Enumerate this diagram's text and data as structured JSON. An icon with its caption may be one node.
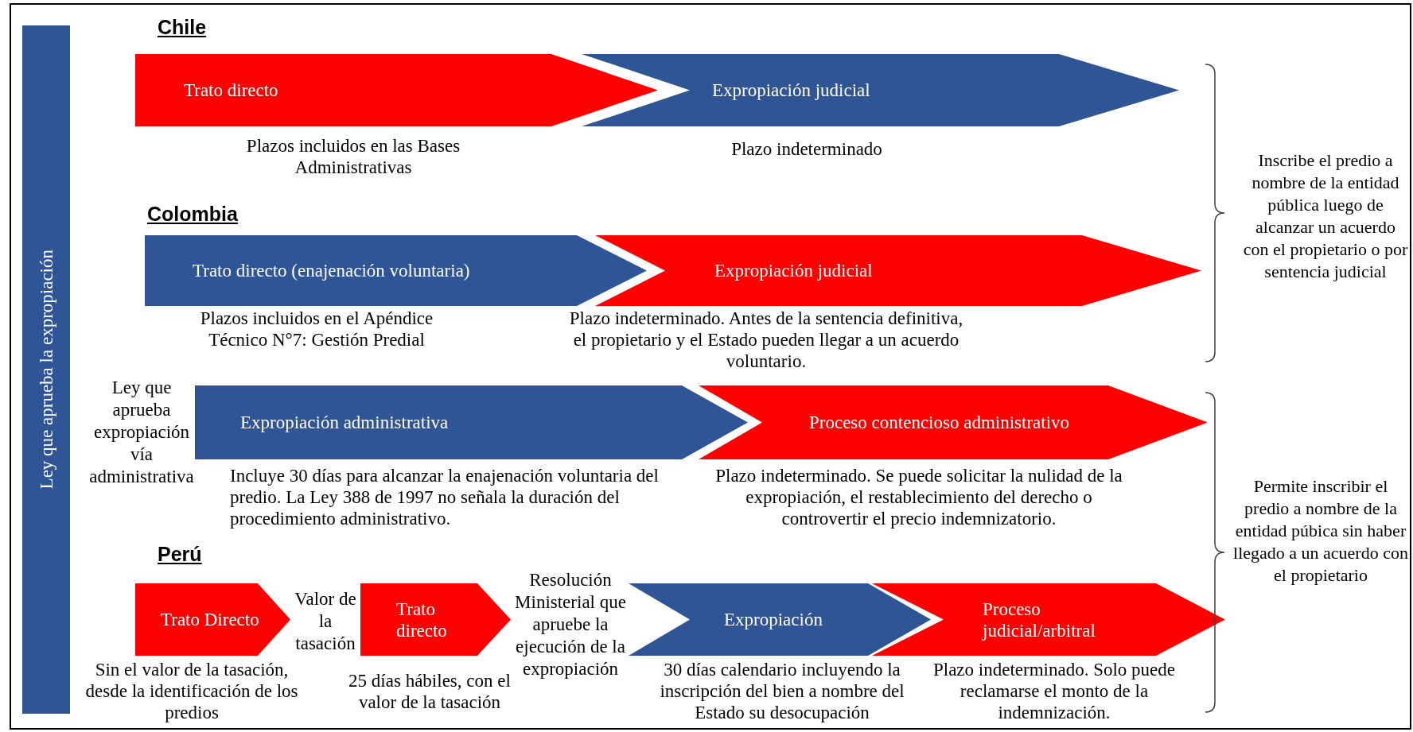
{
  "diagram": {
    "nodes": [
      {
        "text": [
          "Ley que aprueba la expropiación"
        ]
      },
      {
        "text": [
          "Trato directo"
        ],
        "beside": [
          "Plazos incluidos en las Bases Administrativas"
        ]
      },
      {
        "text": [
          "Expropiación judicial"
        ],
        "beside": [
          "Plazo indeterminado"
        ]
      },
      {
        "text": [
          "Trato directo (enajenación voluntaria)"
        ],
        "beside": [
          "Plazos incluidos en el Apéndice Técnico N°7: Gestión Predial"
        ]
      },
      {
        "text": [
          "Expropiación judicial"
        ],
        "beside": [
          "Plazo indeterminado. Antes de la sentencia definitiva, el propietario y el Estado pueden llegar a un acuerdo voluntario."
        ]
      },
      {
        "text": [
          "Expropiación administrativa"
        ],
        "beside": [
          "Incluye 30 días para alcanzar la enajenación voluntaria del predio. La Ley 388 de 1997 no señala la duración del procedimiento administrativo."
        ]
      },
      {
        "text": [
          "Proceso contencioso administrativo"
        ],
        "beside": [
          "Plazo indeterminado. Se puede solicitar la nulidad de la expropiación, el restablecimiento del derecho o controvertir el precio indemnizatorio."
        ]
      },
      {
        "text": [
          "Trato Directo"
        ],
        "beside": [
          "Sin el valor de la tasación, desde la identificación de los predios"
        ]
      },
      {
        "text": [
          "Trato directo"
        ],
        "beside": [
          "25 días hábiles, con el valor de la tasación"
        ]
      },
      {
        "text": [
          "Expropiación"
        ],
        "beside": [
          "30 días calendario incluyendo la inscripción del bien a nombre del Estado su desocupación"
        ]
      },
      {
        "text": [
          "Proceso judicial/arbitral"
        ],
        "beside": [
          "Plazo indeterminado. Solo puede reclamarse el monto de la indemnización."
        ]
      }
    ],
    "labels": [
      "Chile",
      "Colombia",
      "Inscribe el predio a nombre de la entidad pública luego de alcanzar un acuerdo con el propietario o por sentencia judicial",
      "Ley que aprueba expropiación vía administrativa",
      "Permite inscribir el predio a nombre de la entidad púbica sin haber llegado a un acuerdo con el propietario",
      "Perú",
      "Valor de la tasación",
      "Resolución Ministerial que apruebe la ejecución de la expropiación"
    ]
  }
}
